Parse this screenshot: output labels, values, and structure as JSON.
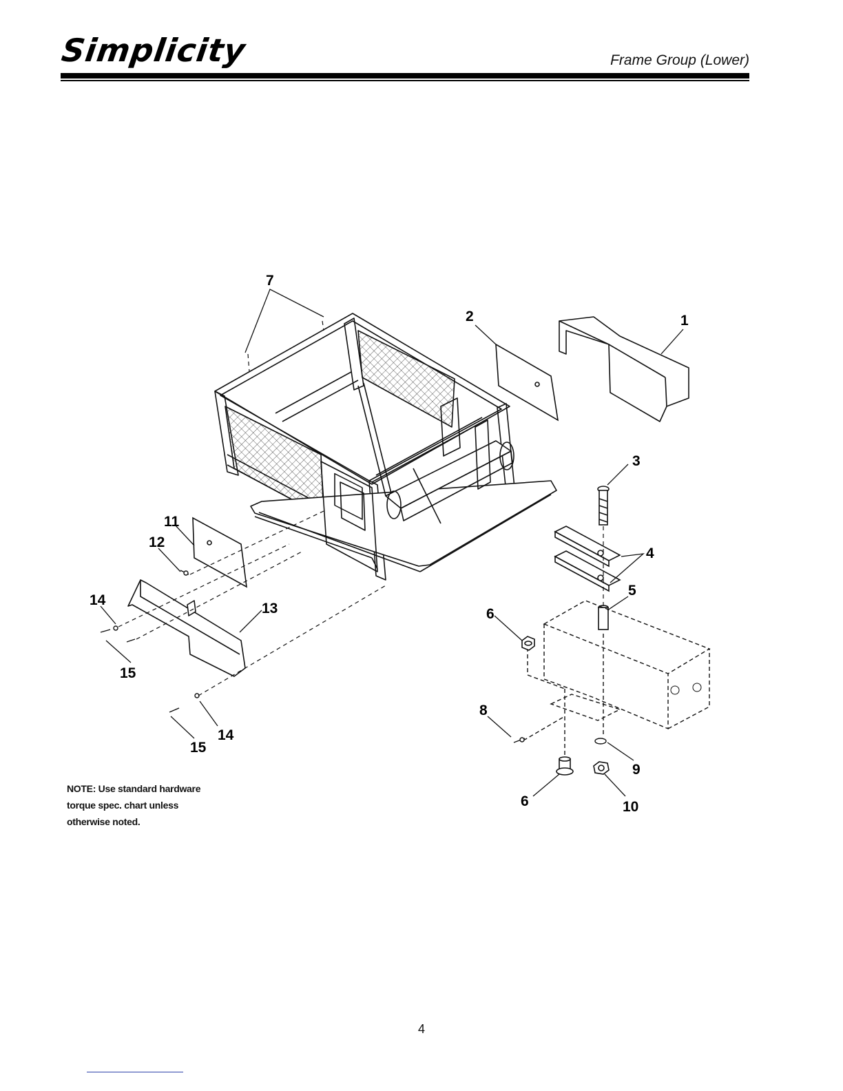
{
  "header": {
    "brand": "Simplicity",
    "section_title": "Frame Group (Lower)"
  },
  "callouts": {
    "c1": "1",
    "c2": "2",
    "c3": "3",
    "c4": "4",
    "c5": "5",
    "c6a": "6",
    "c6b": "6",
    "c7": "7",
    "c8": "8",
    "c9": "9",
    "c10": "10",
    "c11": "11",
    "c12": "12",
    "c13": "13",
    "c14a": "14",
    "c14b": "14",
    "c15a": "15",
    "c15b": "15"
  },
  "note": {
    "line1": "NOTE: Use standard hardware",
    "line2": "torque spec. chart unless",
    "line3": "otherwise noted."
  },
  "footer": {
    "page_number": "4"
  }
}
